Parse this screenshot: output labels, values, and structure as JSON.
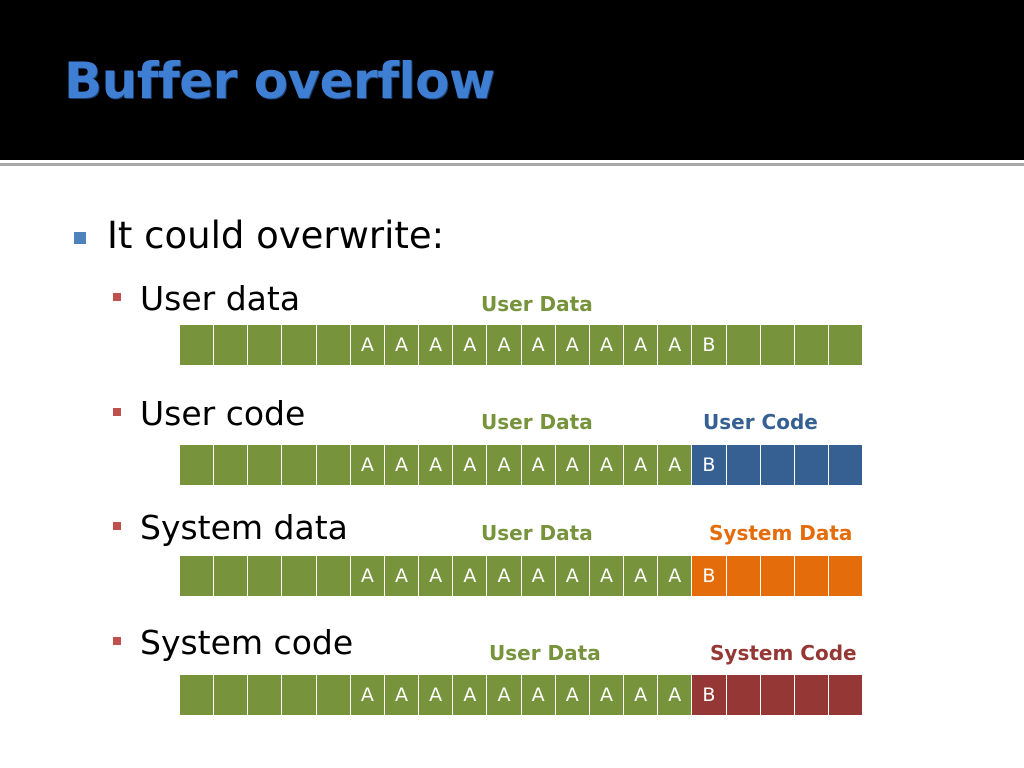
{
  "title": "Buffer overflow",
  "bullet": "It could overwrite:",
  "colors": {
    "user_data": "#77933c",
    "user_code": "#376092",
    "system_data": "#e46c0a",
    "system_code": "#953735",
    "title": "#3f7fd3"
  },
  "rows": [
    {
      "item": "User data",
      "label_a": "User Data",
      "label_b": "",
      "tail_color": "#77933c",
      "b_color": "#77933c",
      "label_b_color": "#77933c",
      "cells": [
        "",
        "",
        "",
        "",
        "",
        "A",
        "A",
        "A",
        "A",
        "A",
        "A",
        "A",
        "A",
        "A",
        "A",
        "B",
        "",
        "",
        "",
        ""
      ]
    },
    {
      "item": "User code",
      "label_a": "User Data",
      "label_b": "User Code",
      "tail_color": "#376092",
      "b_color": "#376092",
      "label_b_color": "#376092",
      "cells": [
        "",
        "",
        "",
        "",
        "",
        "A",
        "A",
        "A",
        "A",
        "A",
        "A",
        "A",
        "A",
        "A",
        "A",
        "B",
        "",
        "",
        "",
        ""
      ]
    },
    {
      "item": "System data",
      "label_a": "User Data",
      "label_b": "System Data",
      "tail_color": "#e46c0a",
      "b_color": "#e46c0a",
      "label_b_color": "#e46c0a",
      "cells": [
        "",
        "",
        "",
        "",
        "",
        "A",
        "A",
        "A",
        "A",
        "A",
        "A",
        "A",
        "A",
        "A",
        "A",
        "B",
        "",
        "",
        "",
        ""
      ]
    },
    {
      "item": "System code",
      "label_a": "User Data",
      "label_b": "System Code",
      "tail_color": "#953735",
      "b_color": "#953735",
      "label_b_color": "#953735",
      "cells": [
        "",
        "",
        "",
        "",
        "",
        "A",
        "A",
        "A",
        "A",
        "A",
        "A",
        "A",
        "A",
        "A",
        "A",
        "B",
        "",
        "",
        "",
        ""
      ]
    }
  ]
}
